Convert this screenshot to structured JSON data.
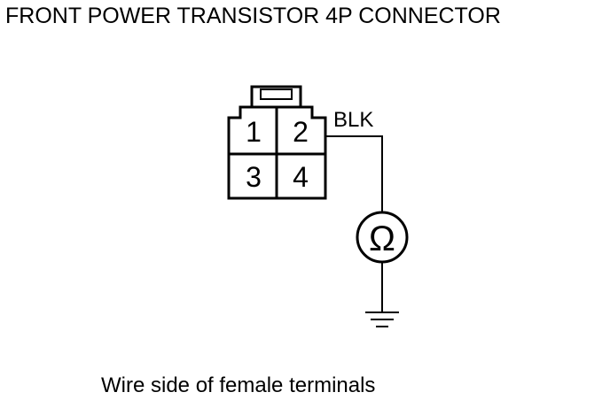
{
  "title": "FRONT POWER TRANSISTOR 4P CONNECTOR",
  "connector": {
    "terminals": [
      "1",
      "2",
      "3",
      "4"
    ]
  },
  "wire": {
    "color_label": "BLK"
  },
  "meter": {
    "symbol": "Ω",
    "icon": "ohmmeter-icon"
  },
  "ground": {
    "icon": "ground-icon"
  },
  "caption": "Wire side of female terminals",
  "colors": {
    "line": "#000000",
    "background": "#ffffff"
  }
}
